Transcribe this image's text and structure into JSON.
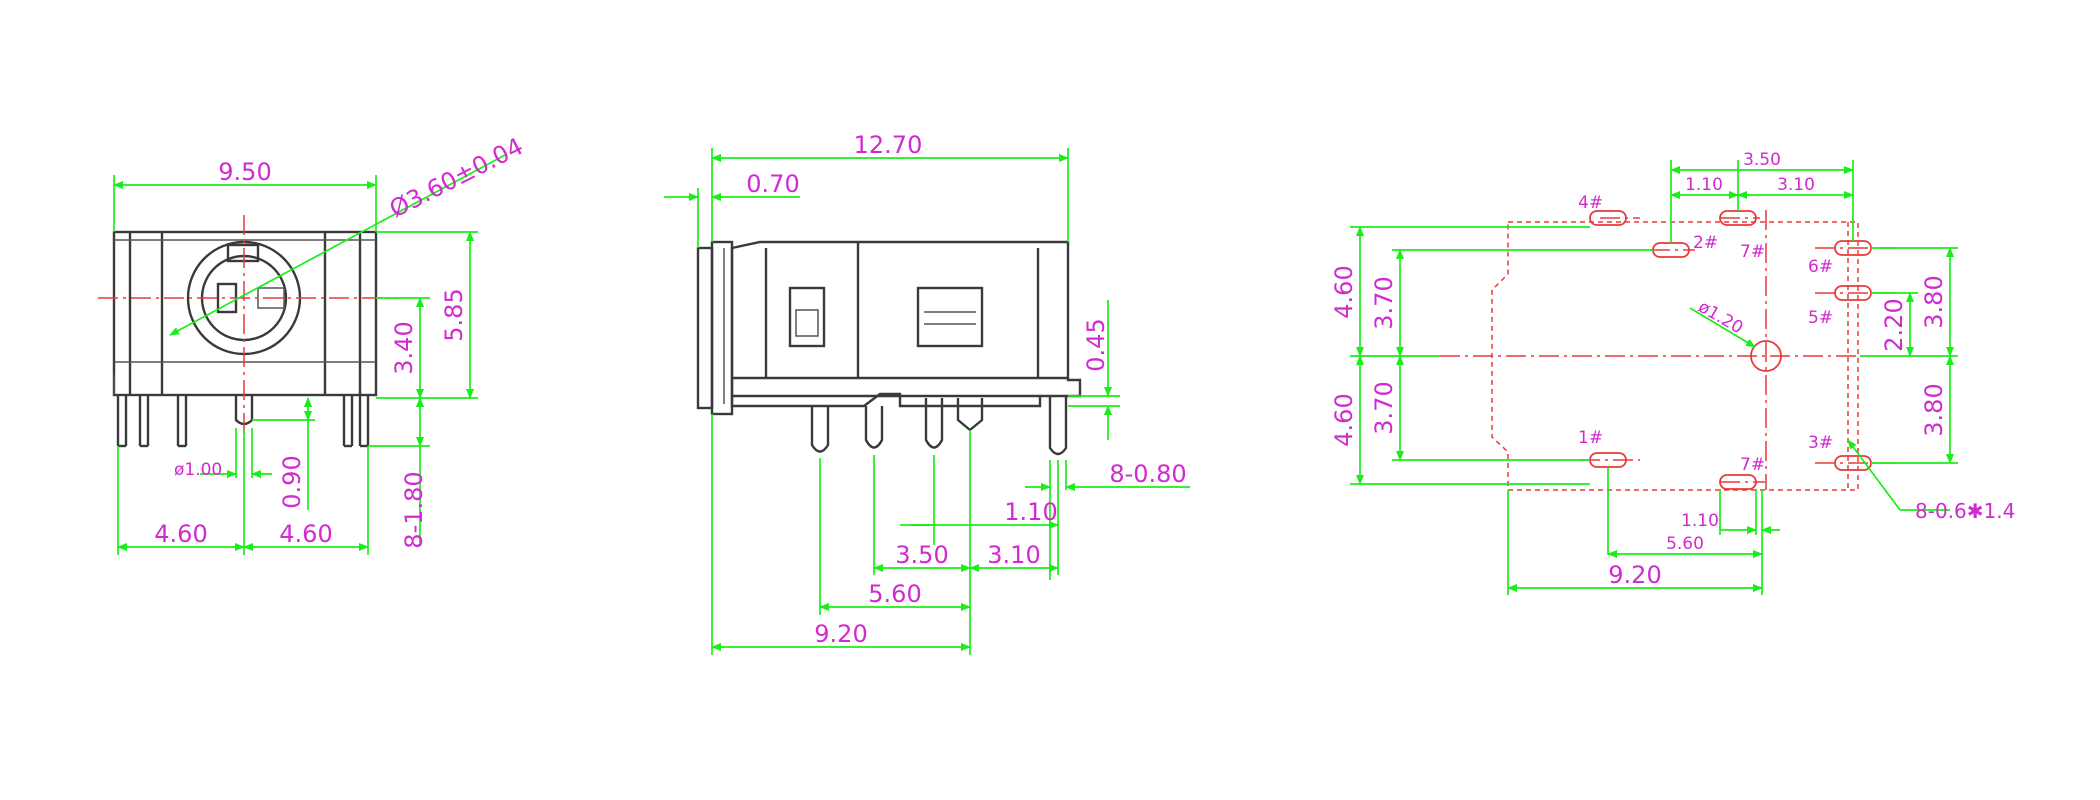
{
  "colors": {
    "outline": "#3a3a3a",
    "dimension": "#1aee1a",
    "centerline": "#e83a3a",
    "text": "#d02ad0",
    "background": "#ffffff"
  },
  "front_view": {
    "width": "9.50",
    "hole_dia": "Ø3.60±0.04",
    "height_total": "5.85",
    "height_center": "3.40",
    "pin_offset": "0.90",
    "pin_dia": "ø1.00",
    "pin_length": "8-1.80",
    "left_spacing": "4.60",
    "right_spacing": "4.60"
  },
  "side_view": {
    "length": "12.70",
    "flange": "0.70",
    "standoff": "0.45",
    "pin_width": "8-0.80",
    "dim_1_10": "1.10",
    "dim_3_50": "3.50",
    "dim_3_10": "3.10",
    "dim_5_60": "5.60",
    "dim_9_20": "9.20"
  },
  "footprint": {
    "top_3_50": "3.50",
    "top_1_10": "1.10",
    "top_3_10": "3.10",
    "left_upper_4_60": "4.60",
    "left_upper_3_70": "3.70",
    "left_lower_4_60": "4.60",
    "left_lower_3_70": "3.70",
    "right_2_20": "2.20",
    "right_upper_3_80": "3.80",
    "right_lower_3_80": "3.80",
    "hole_dia": "ø1.20",
    "bottom_1_10": "1.10",
    "bottom_5_60": "5.60",
    "bottom_9_20": "9.20",
    "slot_note": "8-0.6✱1.4",
    "pins": {
      "p1": "1#",
      "p2": "2#",
      "p3": "3#",
      "p4": "4#",
      "p5": "5#",
      "p6": "6#",
      "p7a": "7#",
      "p7b": "7#"
    }
  }
}
